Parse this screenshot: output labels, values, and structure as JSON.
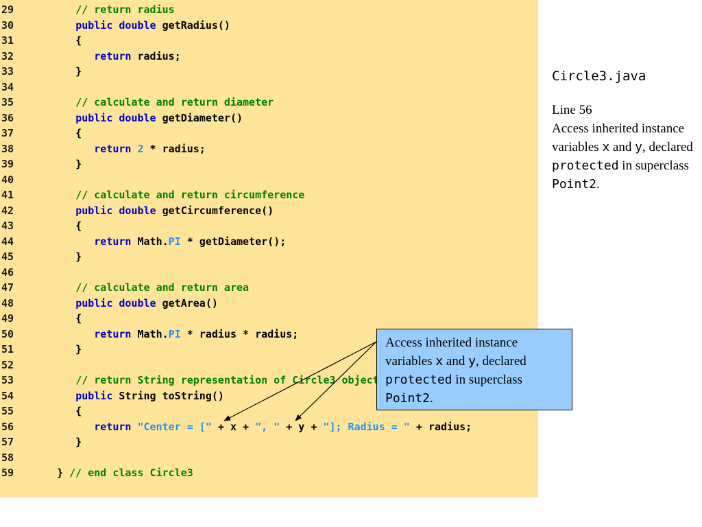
{
  "code": {
    "lines": [
      {
        "num": "29",
        "tokens": [
          {
            "t": "      "
          },
          {
            "t": "// return radius",
            "c": "comment"
          }
        ]
      },
      {
        "num": "30",
        "tokens": [
          {
            "t": "      "
          },
          {
            "t": "public double",
            "c": "kw"
          },
          {
            "t": " getRadius()"
          }
        ]
      },
      {
        "num": "31",
        "tokens": [
          {
            "t": "      {"
          }
        ]
      },
      {
        "num": "32",
        "tokens": [
          {
            "t": "         "
          },
          {
            "t": "return",
            "c": "kw"
          },
          {
            "t": " radius;"
          }
        ]
      },
      {
        "num": "33",
        "tokens": [
          {
            "t": "      }"
          }
        ]
      },
      {
        "num": "34",
        "tokens": []
      },
      {
        "num": "35",
        "tokens": [
          {
            "t": "      "
          },
          {
            "t": "// calculate and return diameter",
            "c": "comment"
          }
        ]
      },
      {
        "num": "36",
        "tokens": [
          {
            "t": "      "
          },
          {
            "t": "public double",
            "c": "kw"
          },
          {
            "t": " getDiameter()"
          }
        ]
      },
      {
        "num": "37",
        "tokens": [
          {
            "t": "      {"
          }
        ]
      },
      {
        "num": "38",
        "tokens": [
          {
            "t": "         "
          },
          {
            "t": "return",
            "c": "kw"
          },
          {
            "t": " "
          },
          {
            "t": "2",
            "c": "num"
          },
          {
            "t": " * radius;"
          }
        ]
      },
      {
        "num": "39",
        "tokens": [
          {
            "t": "      }"
          }
        ]
      },
      {
        "num": "40",
        "tokens": []
      },
      {
        "num": "41",
        "tokens": [
          {
            "t": "      "
          },
          {
            "t": "// calculate and return circumference",
            "c": "comment"
          }
        ]
      },
      {
        "num": "42",
        "tokens": [
          {
            "t": "      "
          },
          {
            "t": "public double",
            "c": "kw"
          },
          {
            "t": " getCircumference()"
          }
        ]
      },
      {
        "num": "43",
        "tokens": [
          {
            "t": "      {"
          }
        ]
      },
      {
        "num": "44",
        "tokens": [
          {
            "t": "         "
          },
          {
            "t": "return",
            "c": "kw"
          },
          {
            "t": " Math."
          },
          {
            "t": "PI",
            "c": "str"
          },
          {
            "t": " * getDiameter();"
          }
        ]
      },
      {
        "num": "45",
        "tokens": [
          {
            "t": "      }"
          }
        ]
      },
      {
        "num": "46",
        "tokens": []
      },
      {
        "num": "47",
        "tokens": [
          {
            "t": "      "
          },
          {
            "t": "// calculate and return area",
            "c": "comment"
          }
        ]
      },
      {
        "num": "48",
        "tokens": [
          {
            "t": "      "
          },
          {
            "t": "public double",
            "c": "kw"
          },
          {
            "t": " getArea()"
          }
        ]
      },
      {
        "num": "49",
        "tokens": [
          {
            "t": "      {"
          }
        ]
      },
      {
        "num": "50",
        "tokens": [
          {
            "t": "         "
          },
          {
            "t": "return",
            "c": "kw"
          },
          {
            "t": " Math."
          },
          {
            "t": "PI",
            "c": "str"
          },
          {
            "t": " * radius * radius;"
          }
        ]
      },
      {
        "num": "51",
        "tokens": [
          {
            "t": "      }"
          }
        ]
      },
      {
        "num": "52",
        "tokens": []
      },
      {
        "num": "53",
        "tokens": [
          {
            "t": "      "
          },
          {
            "t": "// return String representation of Circle3 object",
            "c": "comment"
          }
        ]
      },
      {
        "num": "54",
        "tokens": [
          {
            "t": "      "
          },
          {
            "t": "public",
            "c": "kw"
          },
          {
            "t": " String toString()"
          }
        ]
      },
      {
        "num": "55",
        "tokens": [
          {
            "t": "      {"
          }
        ]
      },
      {
        "num": "56",
        "tokens": [
          {
            "t": "         "
          },
          {
            "t": "return",
            "c": "kw"
          },
          {
            "t": " "
          },
          {
            "t": "\"Center = [\"",
            "c": "str"
          },
          {
            "t": " + x + "
          },
          {
            "t": "\", \"",
            "c": "str"
          },
          {
            "t": " + y + "
          },
          {
            "t": "\"]; Radius = \"",
            "c": "str"
          },
          {
            "t": " + radius;"
          }
        ]
      },
      {
        "num": "57",
        "tokens": [
          {
            "t": "      }"
          }
        ]
      },
      {
        "num": "58",
        "tokens": []
      },
      {
        "num": "59",
        "tokens": [
          {
            "t": "   } "
          },
          {
            "t": "// end class Circle3",
            "c": "comment"
          }
        ]
      }
    ]
  },
  "sidebar": {
    "file_title": "Circle3.java",
    "line_ref": "Line 56",
    "desc_1": "Access inherited instance variables ",
    "x": "x",
    "and": " and ",
    "y": "y",
    "desc_2": ", declared ",
    "protected": "protected",
    "desc_3": " in superclass ",
    "point2": "Point2",
    "period": "."
  },
  "callout": {
    "text_1": "Access inherited instance variables ",
    "x": "x",
    "and": " and ",
    "y": "y",
    "text_2": ", declared ",
    "protected": "protected",
    "text_3": " in superclass ",
    "point2": "Point2",
    "period": "."
  },
  "colors": {
    "code_background": "#FFE599",
    "keyword": "#0000CC",
    "comment": "#008000",
    "string": "#1E90FF",
    "callout_background": "#99CCFF"
  }
}
